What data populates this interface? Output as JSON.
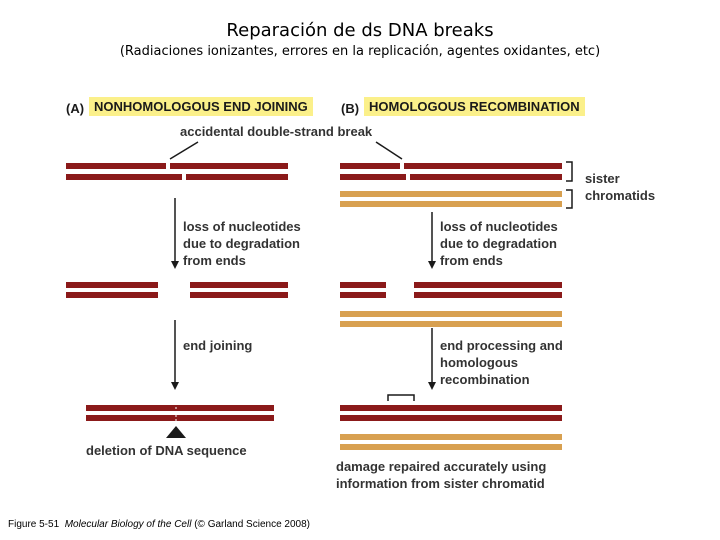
{
  "title": "Reparación de ds DNA breaks",
  "subtitle": "(Radiaciones ionizantes, errores en la replicación, agentes oxidantes, etc)",
  "panel_a": {
    "letter": "(A)",
    "title": "NONHOMOLOGOUS END JOINING",
    "break_label": "accidental double-strand break",
    "step1": [
      "loss of nucleotides",
      "due to degradation",
      "from ends"
    ],
    "step2": "end joining",
    "result": "deletion of DNA sequence"
  },
  "panel_b": {
    "letter": "(B)",
    "title": "HOMOLOGOUS RECOMBINATION",
    "sister_label": [
      "sister",
      "chromatids"
    ],
    "step1": [
      "loss of nucleotides",
      "due to degradation",
      "from ends"
    ],
    "step2": [
      "end processing and",
      "homologous",
      "recombination"
    ],
    "result": [
      "damage repaired accurately using",
      "information from sister chromatid"
    ]
  },
  "colors": {
    "dna": "#8b1a1a",
    "sister": "#d8a050",
    "highlight": "#fbf08a"
  },
  "caption": {
    "figure": "Figure 5-51",
    "book": "Molecular Biology of the Cell",
    "credit": "(© Garland Science 2008)"
  }
}
